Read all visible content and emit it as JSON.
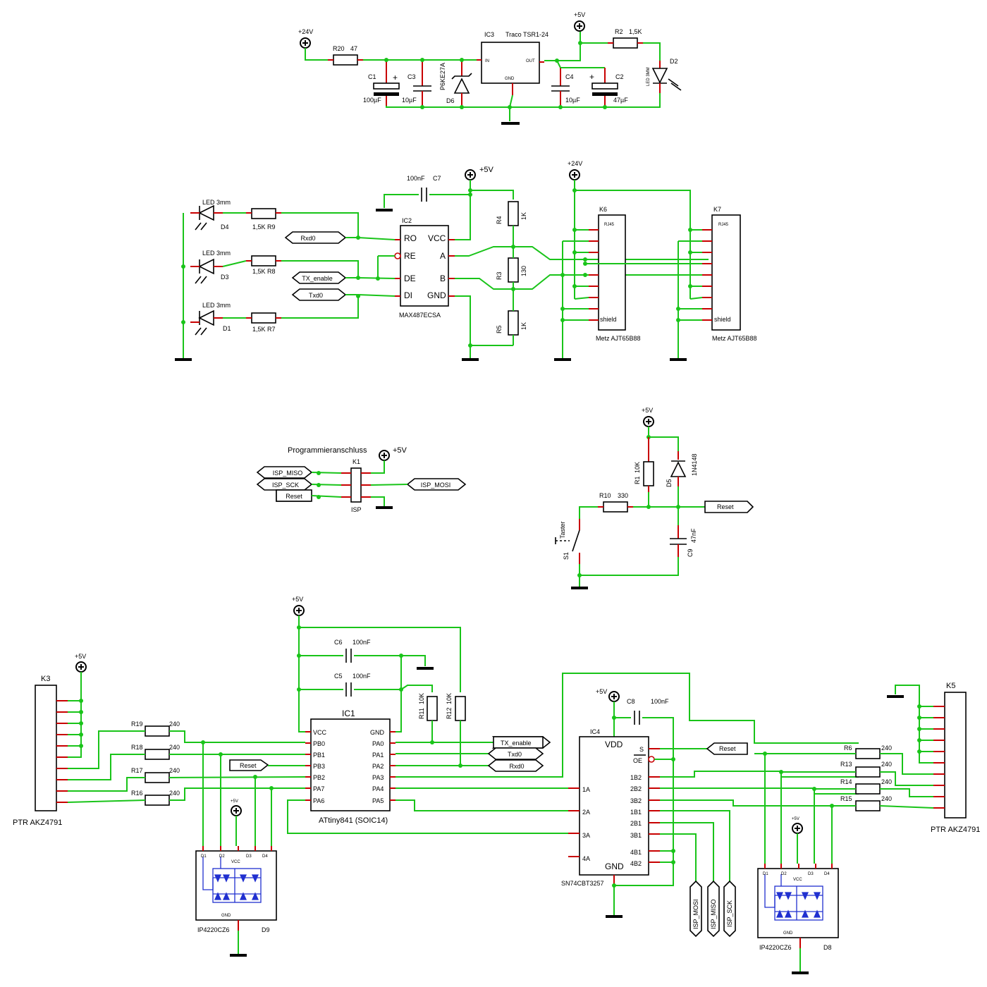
{
  "supplies": {
    "p24v": "+24V",
    "p5v": "+5V"
  },
  "power": {
    "r20": {
      "ref": "R20",
      "val": "47"
    },
    "c1": {
      "ref": "C1",
      "val": "100µF"
    },
    "c3": {
      "ref": "C3",
      "val": "10µF"
    },
    "d6": {
      "ref": "D6",
      "val": "P6KE27A"
    },
    "ic3": {
      "ref": "IC3",
      "val": "Traco TSR1-24",
      "in": "IN",
      "out": "OUT",
      "gnd": "GND"
    },
    "c4": {
      "ref": "C4",
      "val": "10µF"
    },
    "c2": {
      "ref": "C2",
      "val": "47µF"
    },
    "r2": {
      "ref": "R2",
      "val": "1,5K"
    },
    "d2": {
      "ref": "D2",
      "val": "LED 3MM"
    }
  },
  "rs485": {
    "c7": {
      "ref": "C7",
      "val": "100nF"
    },
    "ic2": {
      "ref": "IC2",
      "val": "MAX487ECSA",
      "pins": [
        "RO",
        "RE",
        "DE",
        "DI",
        "VCC",
        "A",
        "B",
        "GND"
      ]
    },
    "leds": [
      {
        "ref": "D4",
        "val": "LED 3mm",
        "r": "R9",
        "rval": "1,5K"
      },
      {
        "ref": "D3",
        "val": "LED 3mm",
        "r": "R8",
        "rval": "1,5K"
      },
      {
        "ref": "D1",
        "val": "LED 3mm",
        "r": "R7",
        "rval": "1,5K"
      }
    ],
    "nets": {
      "rxd0": "Rxd0",
      "tx_enable": "TX_enable",
      "txd0": "Txd0"
    },
    "r4": {
      "ref": "R4",
      "val": "1K"
    },
    "r3": {
      "ref": "R3",
      "val": "130"
    },
    "r5": {
      "ref": "R5",
      "val": "1K"
    },
    "k6": {
      "ref": "K6",
      "type": "RJ45",
      "shield": "shield",
      "val": "Metz AJT65B88"
    },
    "k7": {
      "ref": "K7",
      "type": "RJ45",
      "shield": "shield",
      "val": "Metz AJT65B88"
    }
  },
  "isp": {
    "title": "Programmieranschluss",
    "k1": {
      "ref": "K1",
      "val": "ISP"
    },
    "nets": {
      "miso": "ISP_MISO",
      "sck": "ISP_SCK",
      "reset": "Reset",
      "mosi": "ISP_MOSI"
    }
  },
  "resetc": {
    "r1": {
      "ref": "R1",
      "val": "10K"
    },
    "d5": {
      "ref": "D5",
      "val": "1N4148"
    },
    "r10": {
      "ref": "R10",
      "val": "330"
    },
    "s1": {
      "ref": "S1",
      "val": "Taster"
    },
    "c9": {
      "ref": "C9",
      "val": "47nF"
    },
    "reset": "Reset"
  },
  "mcu": {
    "ic1": {
      "ref": "IC1",
      "val": "ATtiny841 (SOIC14)",
      "left": [
        "VCC",
        "PB0",
        "PB1",
        "PB2",
        "PB3",
        "PA7",
        "PA6"
      ],
      "right": [
        "GND",
        "PA0",
        "PA1",
        "PA2",
        "PA3",
        "PA4",
        "PA5"
      ]
    },
    "c6": {
      "ref": "C6",
      "val": "100nF"
    },
    "c5": {
      "ref": "C5",
      "val": "100nF"
    },
    "r11": {
      "ref": "R11",
      "val": "10K"
    },
    "r12": {
      "ref": "R12",
      "val": "10K"
    },
    "k3": {
      "ref": "K3",
      "val": "PTR AKZ4791"
    },
    "k5": {
      "ref": "K5",
      "val": "PTR AKZ4791"
    },
    "rl": [
      {
        "ref": "R19",
        "val": "240"
      },
      {
        "ref": "R18",
        "val": "240"
      },
      {
        "ref": "R17",
        "val": "240"
      },
      {
        "ref": "R16",
        "val": "240"
      }
    ],
    "rr": [
      {
        "ref": "R6",
        "val": "240"
      },
      {
        "ref": "R13",
        "val": "240"
      },
      {
        "ref": "R14",
        "val": "240"
      },
      {
        "ref": "R15",
        "val": "240"
      }
    ],
    "d9": {
      "ref": "D9",
      "val": "IP4220CZ6"
    },
    "d8": {
      "ref": "D8",
      "val": "IP4220CZ6"
    },
    "tvs_labels": {
      "d1": "D1",
      "d2": "D2",
      "vcc": "VCC",
      "d3": "D3",
      "d4": "D4",
      "gnd": "GND"
    },
    "ic4": {
      "ref": "IC4",
      "val": "SN74CBT3257",
      "left": [
        "1A",
        "2A",
        "3A",
        "4A"
      ],
      "right": [
        "S",
        "OE",
        "1B2",
        "2B2",
        "3B2",
        "1B1",
        "2B1",
        "3B1",
        "4B1",
        "4B2"
      ],
      "vdd": "VDD",
      "gnd": "GND"
    },
    "c8": {
      "ref": "C8",
      "val": "100nF"
    },
    "nets": {
      "tx_enable": "TX_enable",
      "txd0": "Txd0",
      "rxd0": "Rxd0",
      "reset": "Reset",
      "reset2": "Reset",
      "mosi": "ISP_MOSI",
      "miso": "ISP_MISO",
      "sck": "ISP_SCK"
    }
  }
}
